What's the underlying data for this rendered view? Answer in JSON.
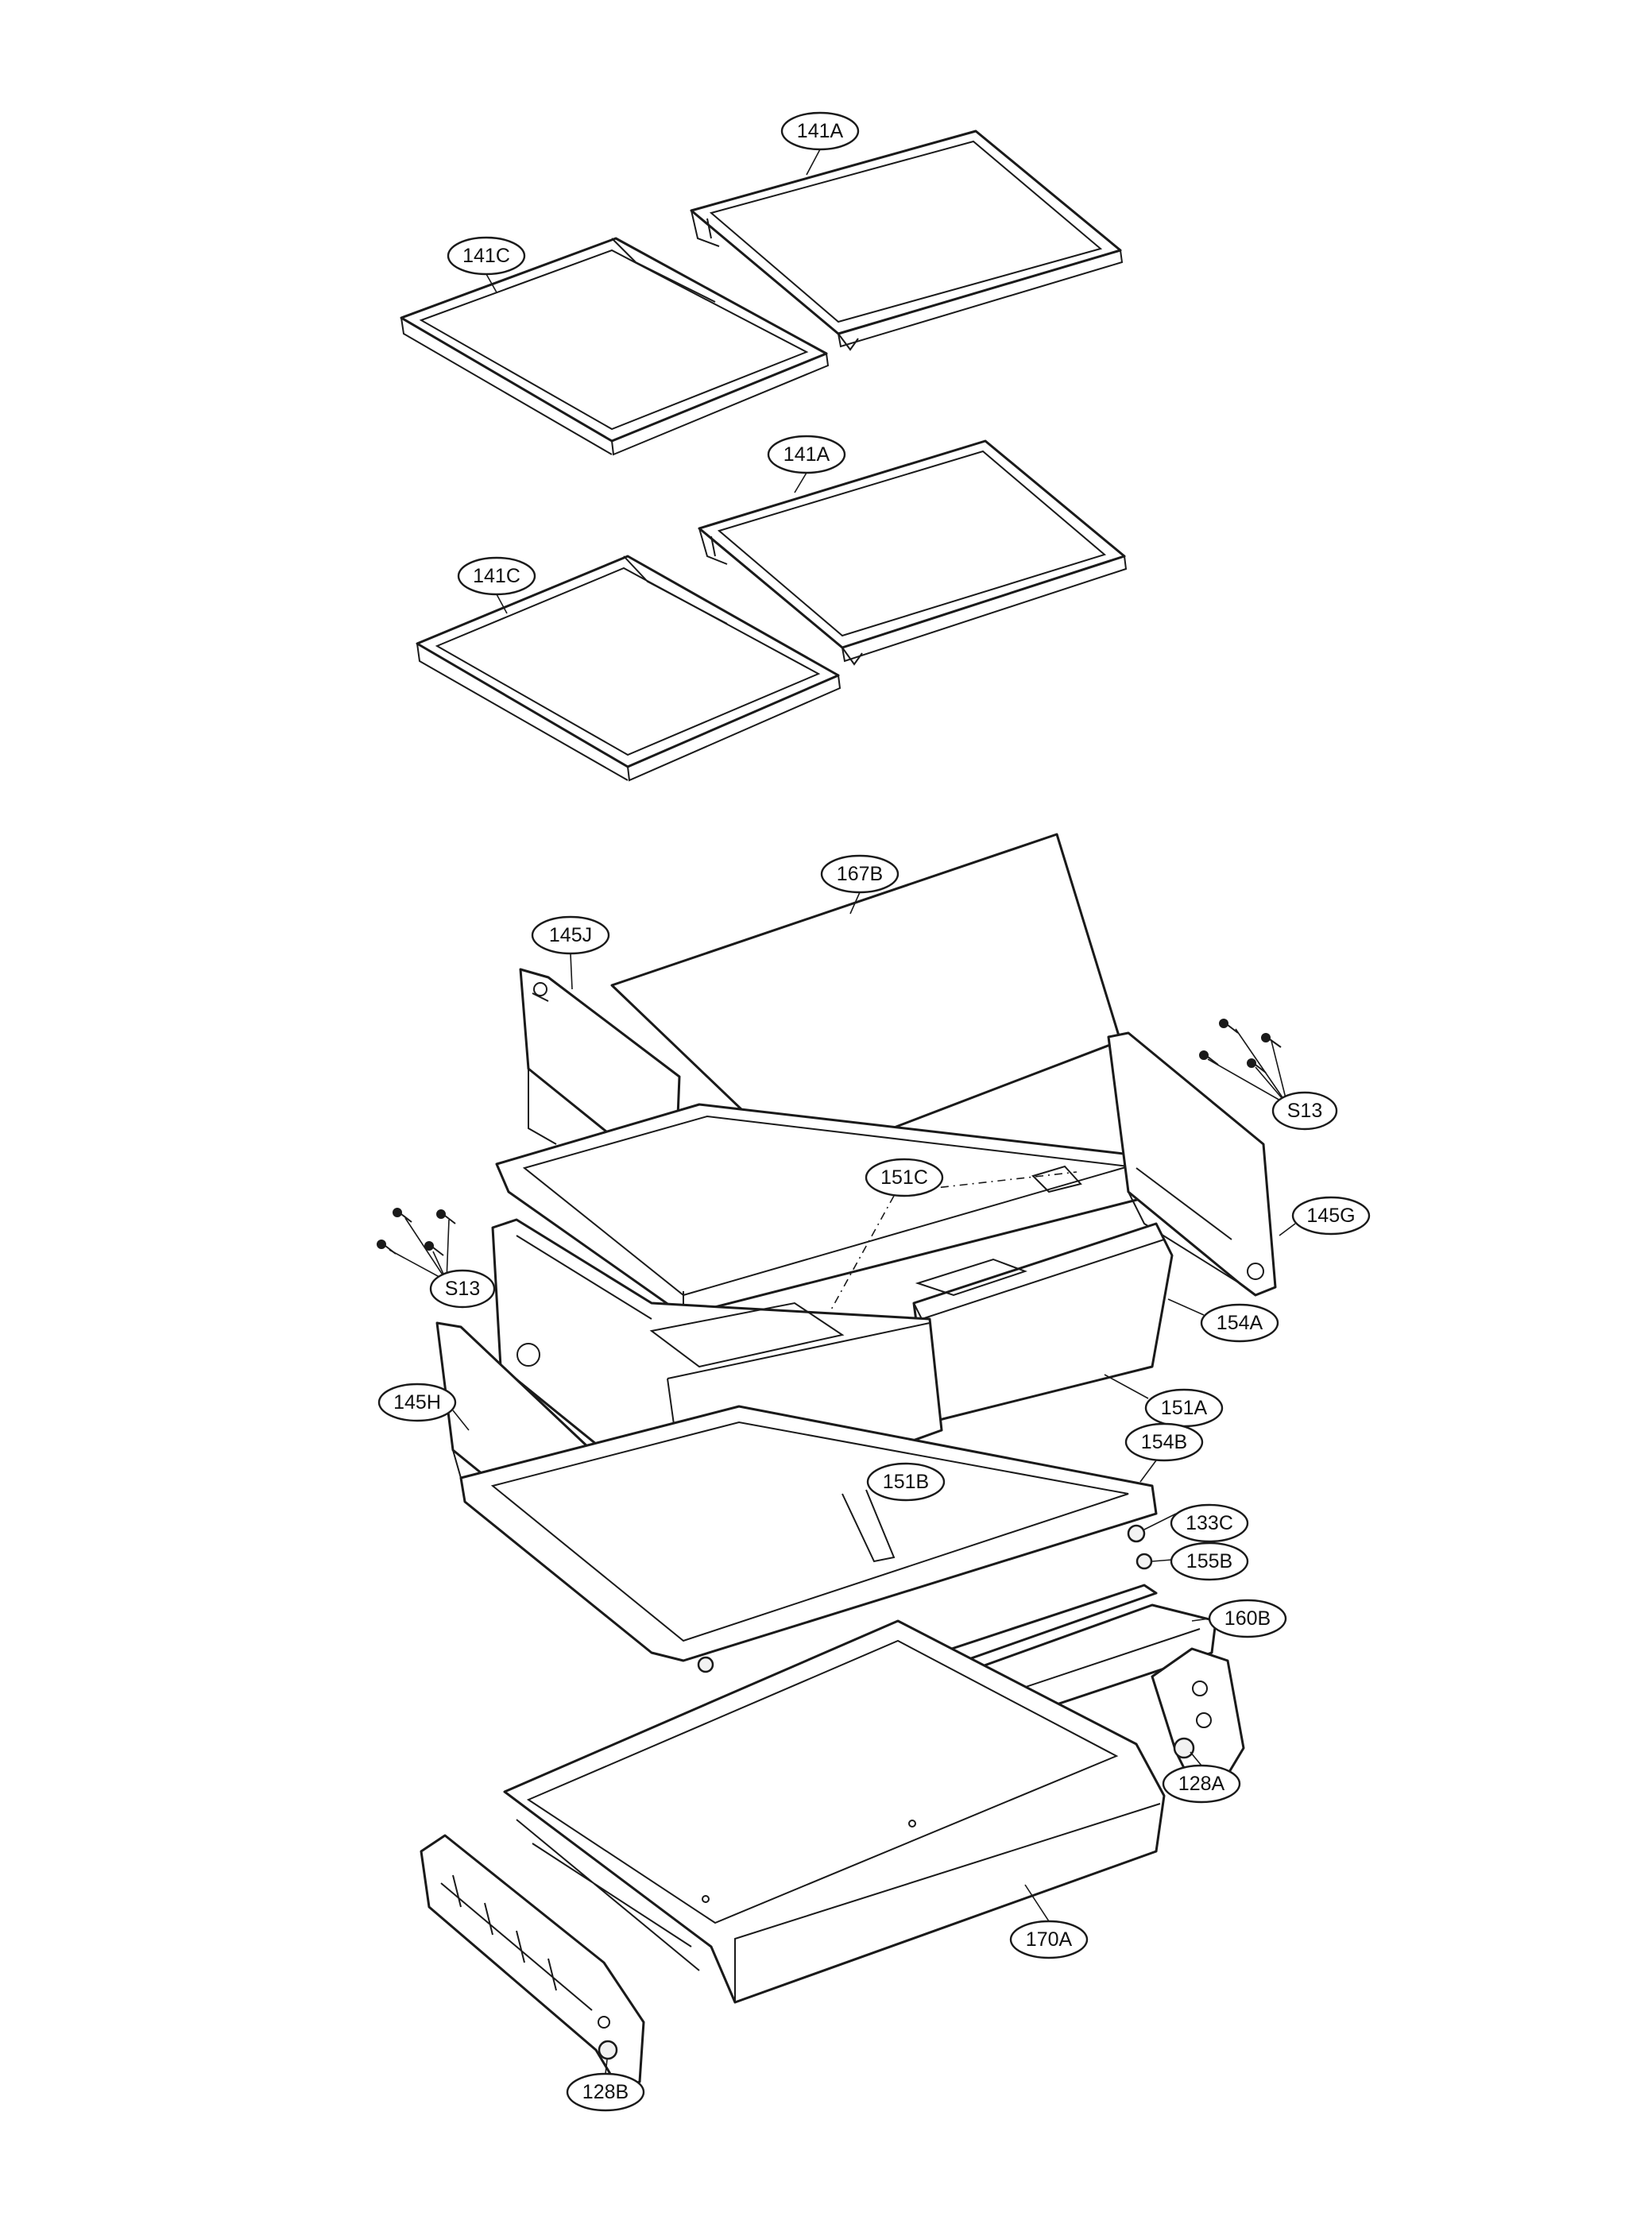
{
  "colors": {
    "line": "#1a1a1a",
    "background": "#ffffff"
  },
  "callouts": [
    {
      "id": "shelf-141a-top",
      "label": "141A"
    },
    {
      "id": "shelf-141c-top",
      "label": "141C"
    },
    {
      "id": "shelf-141a-second",
      "label": "141A"
    },
    {
      "id": "shelf-141c-second",
      "label": "141C"
    },
    {
      "id": "glass-cover-167b",
      "label": "167B"
    },
    {
      "id": "side-bracket-145j",
      "label": "145J"
    },
    {
      "id": "screws-s13-right",
      "label": "S13"
    },
    {
      "id": "drawer-cover-151c",
      "label": "151C"
    },
    {
      "id": "side-bracket-145g",
      "label": "145G"
    },
    {
      "id": "screws-s13-left",
      "label": "S13"
    },
    {
      "id": "drawer-frame-154a",
      "label": "154A"
    },
    {
      "id": "side-bracket-145h",
      "label": "145H"
    },
    {
      "id": "crisper-drawer-151a",
      "label": "151A"
    },
    {
      "id": "tray-154b",
      "label": "154B"
    },
    {
      "id": "crisper-drawer-151b",
      "label": "151B"
    },
    {
      "id": "roller-133c",
      "label": "133C"
    },
    {
      "id": "roller-155b",
      "label": "155B"
    },
    {
      "id": "handle-160b",
      "label": "160B"
    },
    {
      "id": "rail-bracket-128a",
      "label": "128A"
    },
    {
      "id": "pantry-drawer-170a",
      "label": "170A"
    },
    {
      "id": "rail-bracket-128b",
      "label": "128B"
    }
  ]
}
